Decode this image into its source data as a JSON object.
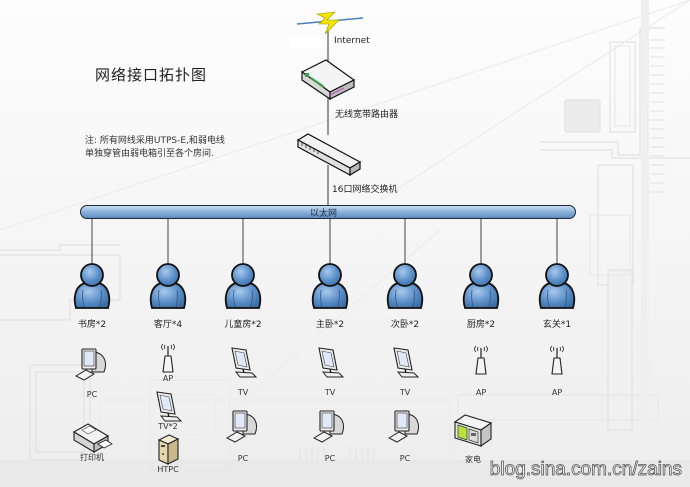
{
  "title": "网络接口拓扑图",
  "note": {
    "line1": "注: 所有网线采用UTPS-E,和弱电线",
    "line2": "单独穿管由弱电箱引至各个房间."
  },
  "internet": {
    "label": "Internet",
    "icon": "lightning-bolt-icon"
  },
  "router": {
    "label": "无线宽带路由器",
    "icon": "router-icon"
  },
  "switch": {
    "label": "16口网络交换机",
    "icon": "switch-icon"
  },
  "bus": {
    "label": "以太网"
  },
  "colors": {
    "user_blue": "#5b8fc9",
    "bus_blue": "#8fb5dd",
    "lightning_yellow": "#f5e400",
    "outline": "#1a1a1a"
  },
  "rooms": [
    {
      "label": "书房*2",
      "devices": [
        {
          "label": "PC",
          "icon": "pc-icon"
        },
        {
          "label": "打印机",
          "icon": "printer-icon"
        }
      ]
    },
    {
      "label": "客厅*4",
      "devices": [
        {
          "label": "AP",
          "icon": "access-point-icon"
        },
        {
          "label": "TV*2",
          "icon": "tv-icon"
        },
        {
          "label": "HTPC",
          "icon": "htpc-tower-icon"
        }
      ]
    },
    {
      "label": "儿童房*2",
      "devices": [
        {
          "label": "TV",
          "icon": "tv-icon"
        },
        {
          "label": "PC",
          "icon": "pc-icon"
        }
      ]
    },
    {
      "label": "主卧*2",
      "devices": [
        {
          "label": "TV",
          "icon": "tv-icon"
        },
        {
          "label": "PC",
          "icon": "pc-icon"
        }
      ]
    },
    {
      "label": "次卧*2",
      "devices": [
        {
          "label": "TV",
          "icon": "tv-icon"
        },
        {
          "label": "PC",
          "icon": "pc-icon"
        }
      ]
    },
    {
      "label": "厨房*2",
      "devices": [
        {
          "label": "AP",
          "icon": "access-point-icon"
        },
        {
          "label": "家电",
          "icon": "appliance-icon"
        }
      ]
    },
    {
      "label": "玄关*1",
      "devices": [
        {
          "label": "AP",
          "icon": "access-point-icon"
        }
      ]
    }
  ],
  "watermark": "blog.sina.com.cn/zains"
}
